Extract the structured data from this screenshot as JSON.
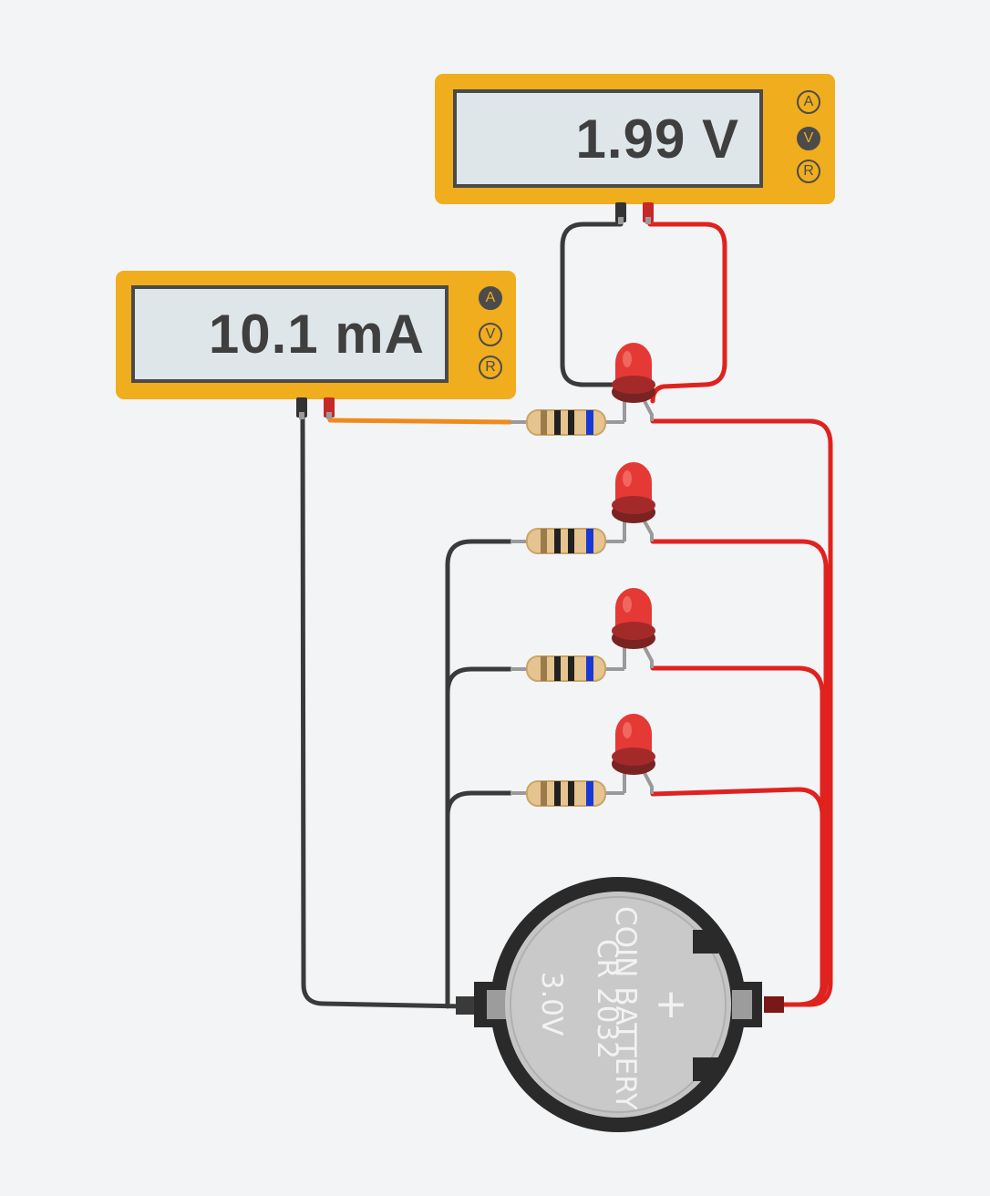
{
  "meters": [
    {
      "id": "voltage",
      "reading": "1.99 V",
      "modes": [
        "A",
        "V",
        "R"
      ],
      "active_mode": "V"
    },
    {
      "id": "current",
      "reading": "10.1 mA",
      "modes": [
        "A",
        "V",
        "R"
      ],
      "active_mode": "A"
    }
  ],
  "battery": {
    "label_line1": "COIN BATTERY",
    "label_line2": "CR 2032",
    "label_line3": "3.0V",
    "polarity": "+"
  },
  "colors": {
    "background": "#f3f4f6",
    "meter_body": "#f0ad1d",
    "wire_red": "#e0221f",
    "wire_black": "#3a3a3a",
    "wire_orange": "#f08a1c",
    "led": "#e53935",
    "resistor_body": "#e6c48f"
  }
}
